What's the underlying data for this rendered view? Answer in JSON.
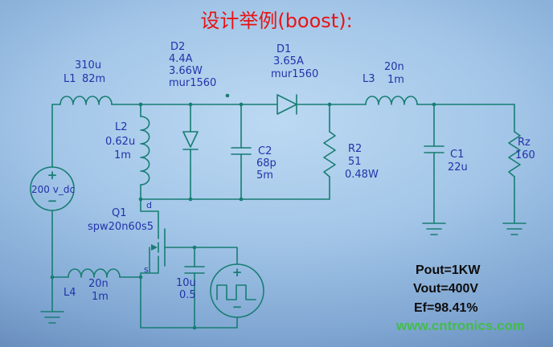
{
  "title": "设计举例(boost):",
  "source_dc": {
    "label": "200 v_dc",
    "plus": "+",
    "minus": "−"
  },
  "inductors": {
    "l1": {
      "value": "310u",
      "name": "L1",
      "esr": "82m"
    },
    "l2": {
      "name": "L2",
      "value": "0.62u",
      "esr": "1m"
    },
    "l3": {
      "value": "20n",
      "name": "L3",
      "esr": "1m"
    },
    "l4": {
      "value": "20n",
      "name": "L4",
      "esr": "1m"
    }
  },
  "diodes": {
    "d2": {
      "name": "D2",
      "current": "4.4A",
      "power": "3.66W",
      "part": "mur1560"
    },
    "d1": {
      "name": "D1",
      "current": "3.65A",
      "part": "mur1560"
    }
  },
  "capacitors": {
    "c2": {
      "name": "C2",
      "value": "68p",
      "esr": "5m"
    },
    "c1": {
      "name": "C1",
      "value": "22u"
    },
    "cg": {
      "value": "10u",
      "esr": "0.5"
    }
  },
  "resistors": {
    "r2": {
      "name": "R2",
      "value": "51",
      "power": "0.48W"
    },
    "rz": {
      "name": "Rz",
      "value": "160"
    }
  },
  "mosfet": {
    "name": "Q1",
    "part": "spw20n60s5",
    "drain": "d",
    "source": "s"
  },
  "pulse": {
    "plus": "+",
    "minus": "−"
  },
  "results": {
    "pout": "Pout=1KW",
    "vout": "Vout=400V",
    "eff": "Ef=98.41%"
  },
  "watermark": "www.cntronics.com",
  "colors": {
    "wire": "#177d72",
    "label": "#2233aa",
    "title": "#e81414",
    "watermark": "#3fbf3f"
  }
}
